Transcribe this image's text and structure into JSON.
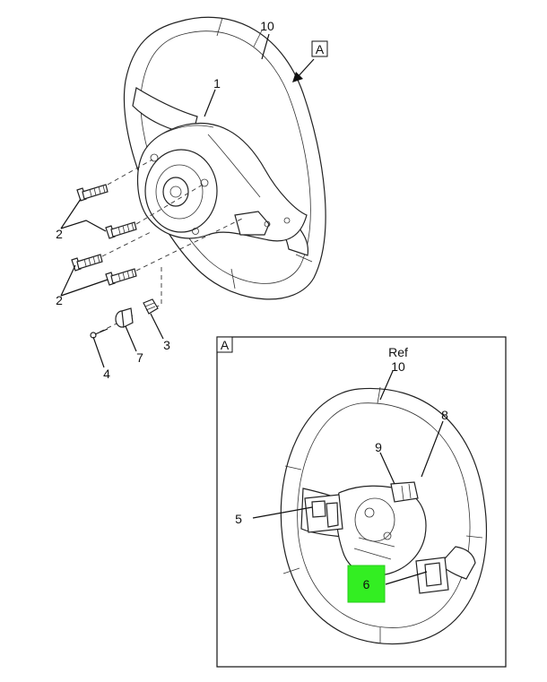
{
  "callouts": {
    "c10": "10",
    "c1": "1",
    "c2a": "2",
    "c2b": "2",
    "c3": "3",
    "c4": "4",
    "c7": "7",
    "view_a_top": "A",
    "view_a_box": "A",
    "ref": "Ref",
    "ref_10": "10",
    "c8": "8",
    "c9": "9",
    "c5": "5",
    "c6": "6"
  },
  "colors": {
    "highlight": "#33ee22",
    "line": "#111111"
  }
}
